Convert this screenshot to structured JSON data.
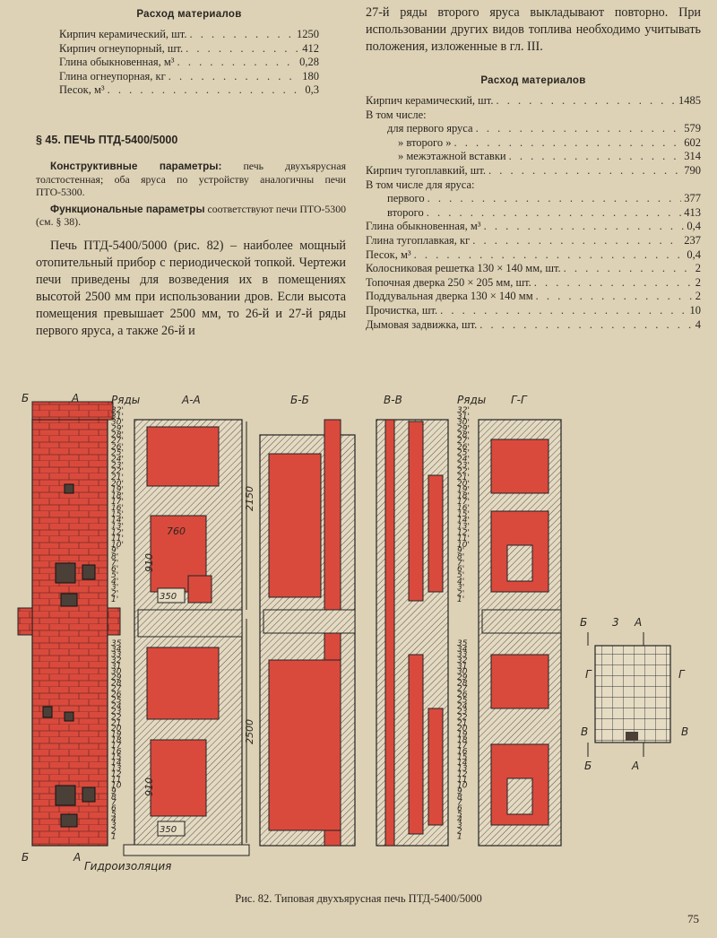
{
  "materials_left": {
    "heading": "Расход материалов",
    "items": [
      {
        "label": "Кирпич керамический, шт.",
        "value": "1250"
      },
      {
        "label": "Кирпич огнеупорный, шт.",
        "value": "412"
      },
      {
        "label": "Глина обыкновенная, м³",
        "value": "0,28"
      },
      {
        "label": "Глина огнеупорная, кг",
        "value": "180"
      },
      {
        "label": "Песок, м³",
        "value": "0,3"
      }
    ]
  },
  "section": {
    "title": "§ 45. ПЕЧЬ ПТД-5400/5000",
    "constructive_label": "Конструктивные параметры:",
    "constructive_text": "печь двухъярусная толстостенная; оба яруса по устройству аналогичны печи ПТО-5300.",
    "functional_label": "Функциональные параметры",
    "functional_text": "соответствуют печи ПТО-5300 (см. § 38).",
    "paragraph": "Печь ПТД-5400/5000 (рис. 82) – наиболее мощный отопительный прибор с периодической топкой. Чертежи печи приведены для возведения их в помещениях высотой 2500 мм при использовании дров. Если высота помещения превышает 2500 мм, то 26-й и 27-й ряды первого яруса, а также 26-й и",
    "paragraph_cont": "27-й ряды второго яруса выкладывают повторно. При использовании других видов топлива необходимо учитывать положения, изложенные в гл. III."
  },
  "materials_right": {
    "heading": "Расход материалов",
    "items": [
      {
        "label": "Кирпич керамический, шт.",
        "value": "1485",
        "indent": 0
      },
      {
        "label": "В том числе:",
        "value": "",
        "indent": 0
      },
      {
        "label": "для первого яруса",
        "value": "579",
        "indent": 1
      },
      {
        "label": "» второго »",
        "value": "602",
        "indent": 2
      },
      {
        "label": "» межэтажной вставки",
        "value": "314",
        "indent": 2
      },
      {
        "label": "Кирпич тугоплавкий, шт.",
        "value": "790",
        "indent": 0
      },
      {
        "label": "В том числе для яруса:",
        "value": "",
        "indent": 0
      },
      {
        "label": "первого",
        "value": "377",
        "indent": 1
      },
      {
        "label": "второго",
        "value": "413",
        "indent": 1
      },
      {
        "label": "Глина обыкновенная, м³",
        "value": "0,4",
        "indent": 0
      },
      {
        "label": "Глина тугоплавкая, кг",
        "value": "237",
        "indent": 0
      },
      {
        "label": "Песок, м³",
        "value": "0,4",
        "indent": 0
      },
      {
        "label": "Колосниковая решетка 130 × 140 мм, шт.",
        "value": "2",
        "indent": 0
      },
      {
        "label": "Топочная дверка 250 × 205 мм, шт.",
        "value": "2",
        "indent": 0
      },
      {
        "label": "Поддувальная дверка 130 × 140 мм",
        "value": "2",
        "indent": 0
      },
      {
        "label": "Прочистка, шт.",
        "value": "10",
        "indent": 0
      },
      {
        "label": "Дымовая задвижка, шт.",
        "value": "4",
        "indent": 0
      }
    ]
  },
  "figure": {
    "labels": {
      "b": "Б",
      "a": "А",
      "rows": "Ряды",
      "aa": "А-А",
      "bb": "Б-Б",
      "vv": "В-В",
      "gg": "Г-Г",
      "dim_top": "2150",
      "dim_bottom": "2500",
      "dim_760": "760",
      "dim_910": "910",
      "dim_910b": "910",
      "dim_350": "350",
      "dim_350b": "350",
      "hydro": "Гидроизоляция",
      "plan_3": "3",
      "v": "В",
      "g": "Г"
    },
    "row_numbers_upper": [
      "32'",
      "31'",
      "30'",
      "29'",
      "28'",
      "27'",
      "26'",
      "25'",
      "24'",
      "23'",
      "22'",
      "21'",
      "20'",
      "19'",
      "18'",
      "17'",
      "16'",
      "15'",
      "14'",
      "13'",
      "12'",
      "11'",
      "10'",
      "9'",
      "8'",
      "7'",
      "6'",
      "5'",
      "4'",
      "3'",
      "2'",
      "1'"
    ],
    "row_numbers_lower": [
      "35",
      "34",
      "33",
      "32",
      "31",
      "30",
      "29",
      "28",
      "27",
      "26",
      "25",
      "24",
      "23",
      "22",
      "21",
      "20",
      "19",
      "18",
      "17",
      "16",
      "15",
      "14",
      "13",
      "12",
      "11",
      "10",
      "9",
      "8",
      "7",
      "6",
      "5",
      "4",
      "3",
      "2",
      "1"
    ],
    "accent_color": "#d94a3d"
  },
  "caption": "Рис. 82. Типовая двухъярусная печь ПТД-5400/5000",
  "page_number": "75"
}
